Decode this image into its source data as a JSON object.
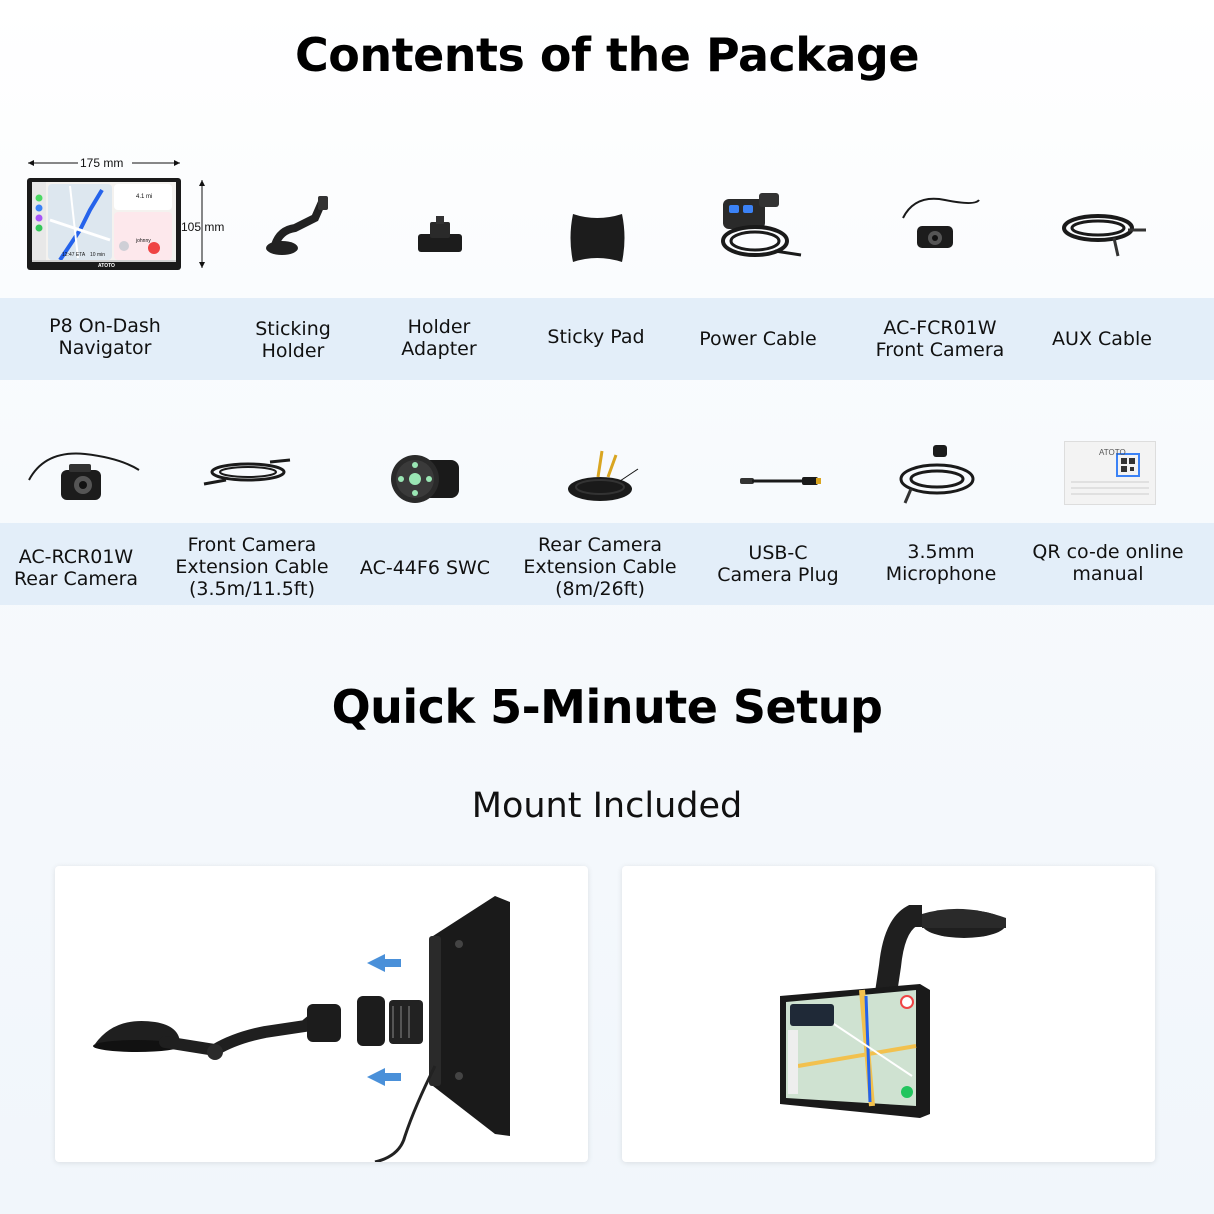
{
  "headings": {
    "contents": "Contents of the Package",
    "setup": "Quick 5-Minute Setup",
    "mount": "Mount Included"
  },
  "dimensions": {
    "width": "175 mm",
    "height": "105 mm"
  },
  "device_screen": {
    "distance": "4.1 mi",
    "contact": "johnny",
    "eta": "12:47 ETA",
    "duration": "10 min",
    "brand": "ATOTO"
  },
  "row1": [
    {
      "label_1": "P8 On-Dash",
      "label_2": "Navigator",
      "icon": "navigator-device-icon"
    },
    {
      "label_1": "Sticking",
      "label_2": "Holder",
      "icon": "sticking-holder-icon"
    },
    {
      "label_1": "Holder",
      "label_2": "Adapter",
      "icon": "holder-adapter-icon"
    },
    {
      "label_1": "Sticky Pad",
      "label_2": "",
      "icon": "sticky-pad-icon"
    },
    {
      "label_1": "Power Cable",
      "label_2": "",
      "icon": "power-cable-icon"
    },
    {
      "label_1": "AC-FCR01W",
      "label_2": "Front Camera",
      "icon": "front-camera-icon"
    },
    {
      "label_1": "AUX Cable",
      "label_2": "",
      "icon": "aux-cable-icon"
    }
  ],
  "row2": [
    {
      "label_1": "AC-RCR01W",
      "label_2": "Rear Camera",
      "label_3": "",
      "icon": "rear-camera-icon"
    },
    {
      "label_1": "Front Camera",
      "label_2": "Extension Cable",
      "label_3": "(3.5m/11.5ft)",
      "icon": "front-extension-cable-icon"
    },
    {
      "label_1": "AC-44F6 SWC",
      "label_2": "",
      "label_3": "",
      "icon": "steering-wheel-control-icon"
    },
    {
      "label_1": "Rear Camera",
      "label_2": "Extension Cable",
      "label_3": "(8m/26ft)",
      "icon": "rear-extension-cable-icon"
    },
    {
      "label_1": "USB-C",
      "label_2": "Camera Plug",
      "label_3": "",
      "icon": "usb-c-plug-icon"
    },
    {
      "label_1": "3.5mm",
      "label_2": "Microphone",
      "label_3": "",
      "icon": "microphone-icon"
    },
    {
      "label_1": "QR co-de online",
      "label_2": "manual",
      "label_3": "",
      "icon": "qr-manual-icon"
    }
  ],
  "manual_card": {
    "brand": "ATOTO"
  },
  "colors": {
    "band": "#e3eef9",
    "arrow": "#4a90d9",
    "device": "#1a1a1a"
  }
}
